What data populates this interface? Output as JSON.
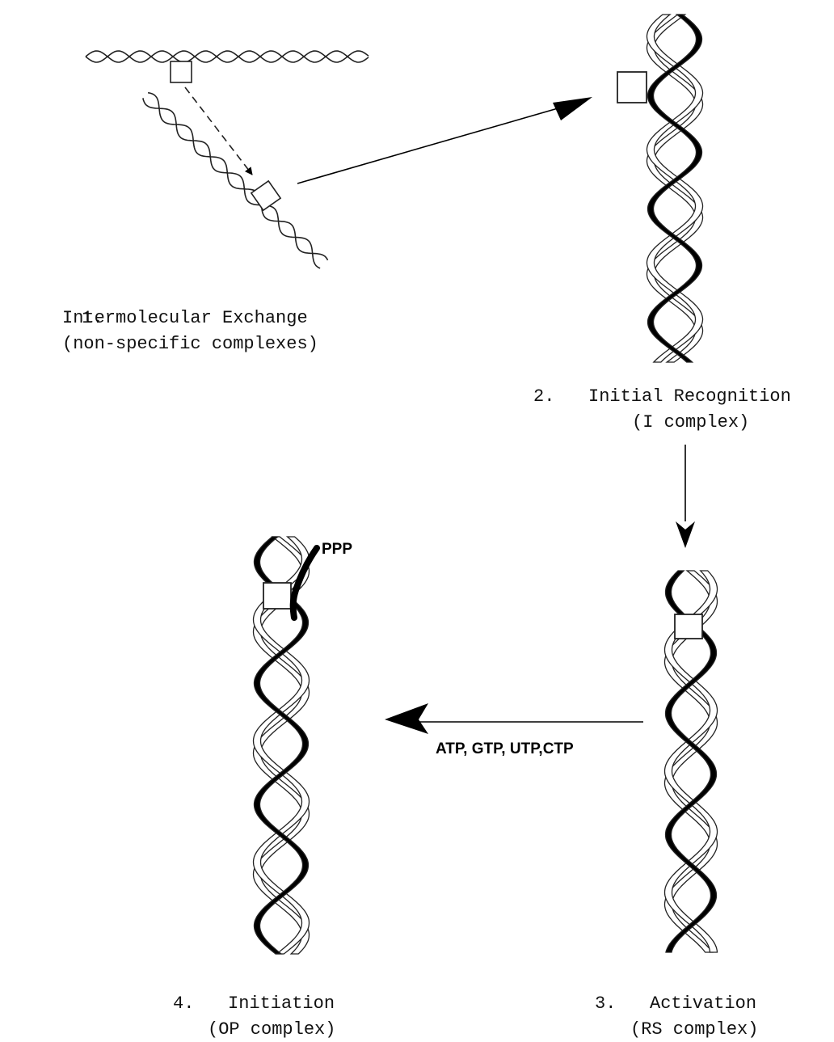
{
  "stages": [
    {
      "number": "1.",
      "title": "Intermolecular Exchange",
      "subtitle": "(non-specific complexes)"
    },
    {
      "number": "2.",
      "title": "Initial Recognition",
      "subtitle": "(I complex)"
    },
    {
      "number": "3.",
      "title": "Activation",
      "subtitle": "(RS complex)"
    },
    {
      "number": "4.",
      "title": "Initiation",
      "subtitle": "(OP complex)"
    }
  ],
  "nucleotides_label": "ATP, GTP, UTP,CTP",
  "triphosphate_label": "PPP"
}
